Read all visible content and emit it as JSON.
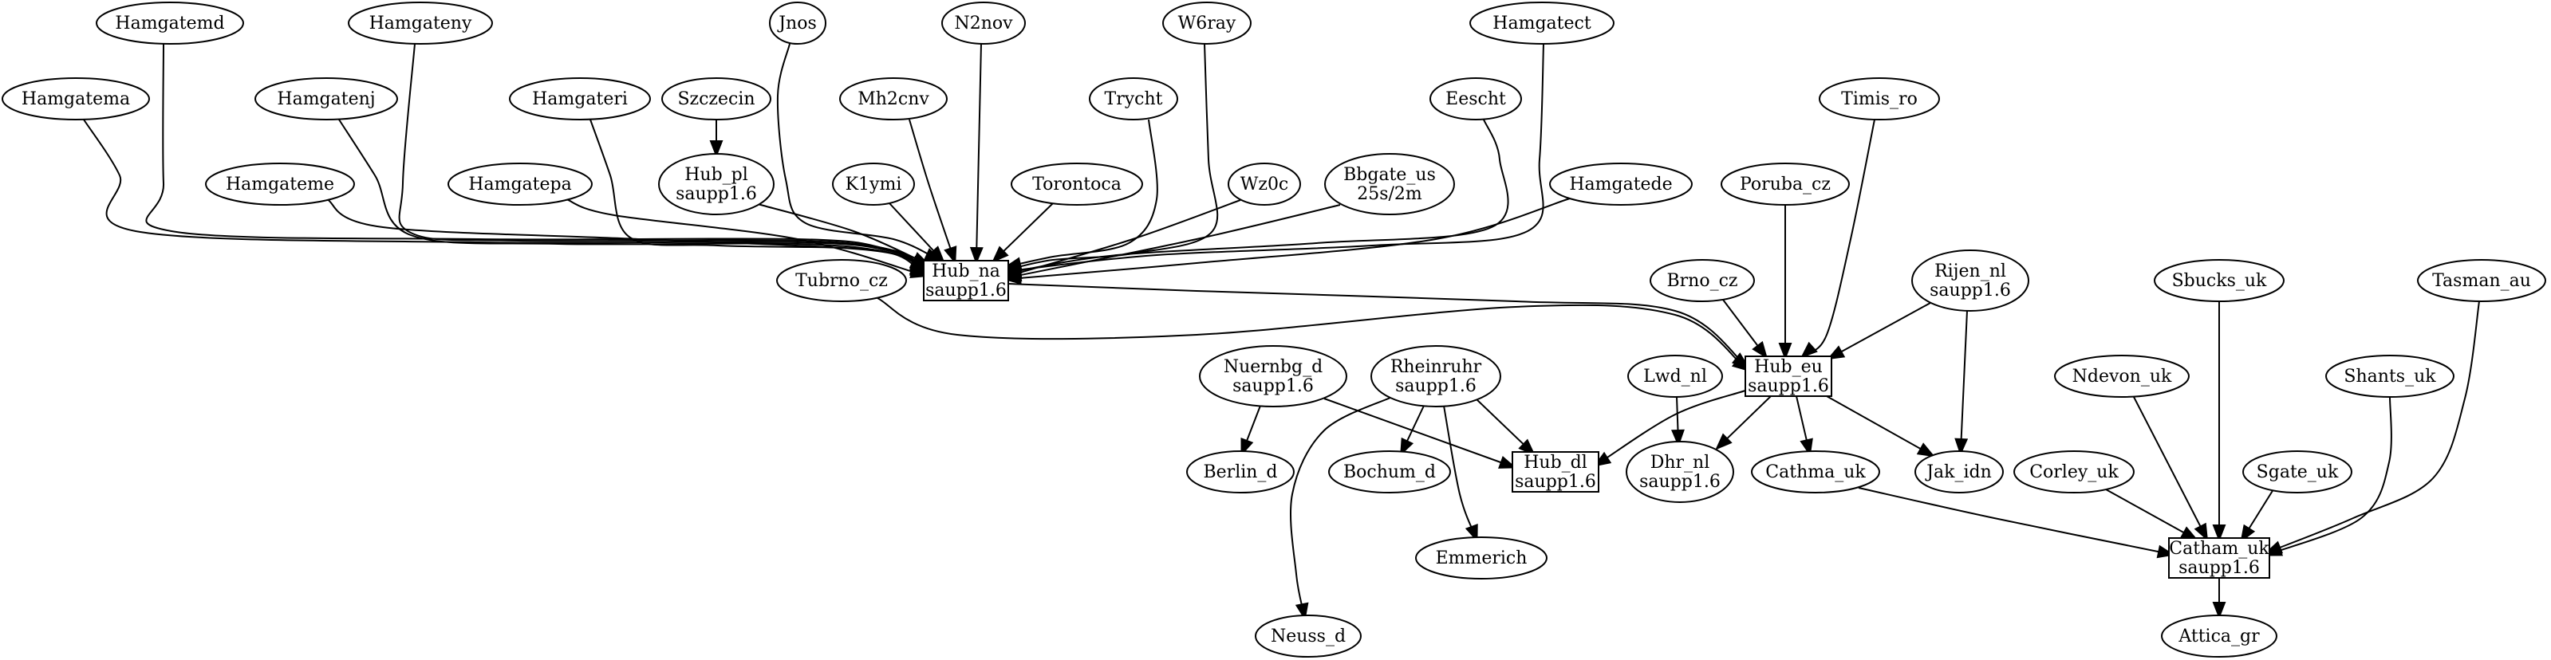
{
  "nodes": [
    {
      "id": "Hamgatemd",
      "label": [
        "Hamgatemd"
      ],
      "shape": "ellipse"
    },
    {
      "id": "Hamgateny",
      "label": [
        "Hamgateny"
      ],
      "shape": "ellipse"
    },
    {
      "id": "Jnos",
      "label": [
        "Jnos"
      ],
      "shape": "ellipse"
    },
    {
      "id": "N2nov",
      "label": [
        "N2nov"
      ],
      "shape": "ellipse"
    },
    {
      "id": "W6ray",
      "label": [
        "W6ray"
      ],
      "shape": "ellipse"
    },
    {
      "id": "Hamgatect",
      "label": [
        "Hamgatect"
      ],
      "shape": "ellipse"
    },
    {
      "id": "Hamgatema",
      "label": [
        "Hamgatema"
      ],
      "shape": "ellipse"
    },
    {
      "id": "Hamgatenj",
      "label": [
        "Hamgatenj"
      ],
      "shape": "ellipse"
    },
    {
      "id": "Hamgateri",
      "label": [
        "Hamgateri"
      ],
      "shape": "ellipse"
    },
    {
      "id": "Szczecin",
      "label": [
        "Szczecin"
      ],
      "shape": "ellipse"
    },
    {
      "id": "Mh2cnv",
      "label": [
        "Mh2cnv"
      ],
      "shape": "ellipse"
    },
    {
      "id": "Trycht",
      "label": [
        "Trycht"
      ],
      "shape": "ellipse"
    },
    {
      "id": "Eescht",
      "label": [
        "Eescht"
      ],
      "shape": "ellipse"
    },
    {
      "id": "Timis_ro",
      "label": [
        "Timis_ro"
      ],
      "shape": "ellipse"
    },
    {
      "id": "Hamgateme",
      "label": [
        "Hamgateme"
      ],
      "shape": "ellipse"
    },
    {
      "id": "Hamgatepa",
      "label": [
        "Hamgatepa"
      ],
      "shape": "ellipse"
    },
    {
      "id": "Hub_pl",
      "label": [
        "Hub_pl",
        "saupp1.6"
      ],
      "shape": "ellipse"
    },
    {
      "id": "K1ymi",
      "label": [
        "K1ymi"
      ],
      "shape": "ellipse"
    },
    {
      "id": "Torontoca",
      "label": [
        "Torontoca"
      ],
      "shape": "ellipse"
    },
    {
      "id": "Wz0c",
      "label": [
        "Wz0c"
      ],
      "shape": "ellipse"
    },
    {
      "id": "Bbgate_us",
      "label": [
        "Bbgate_us",
        "25s/2m"
      ],
      "shape": "ellipse"
    },
    {
      "id": "Hamgatede",
      "label": [
        "Hamgatede"
      ],
      "shape": "ellipse"
    },
    {
      "id": "Poruba_cz",
      "label": [
        "Poruba_cz"
      ],
      "shape": "ellipse"
    },
    {
      "id": "Hub_na",
      "label": [
        "Hub_na",
        "saupp1.6"
      ],
      "shape": "box"
    },
    {
      "id": "Tubrno_cz",
      "label": [
        "Tubrno_cz"
      ],
      "shape": "ellipse"
    },
    {
      "id": "Brno_cz",
      "label": [
        "Brno_cz"
      ],
      "shape": "ellipse"
    },
    {
      "id": "Rijen_nl",
      "label": [
        "Rijen_nl",
        "saupp1.6"
      ],
      "shape": "ellipse"
    },
    {
      "id": "Sbucks_uk",
      "label": [
        "Sbucks_uk"
      ],
      "shape": "ellipse"
    },
    {
      "id": "Tasman_au",
      "label": [
        "Tasman_au"
      ],
      "shape": "ellipse"
    },
    {
      "id": "Nuernbg_d",
      "label": [
        "Nuernbg_d",
        "saupp1.6"
      ],
      "shape": "ellipse"
    },
    {
      "id": "Rheinruhr",
      "label": [
        "Rheinruhr",
        "saupp1.6"
      ],
      "shape": "ellipse"
    },
    {
      "id": "Lwd_nl",
      "label": [
        "Lwd_nl"
      ],
      "shape": "ellipse"
    },
    {
      "id": "Hub_eu",
      "label": [
        "Hub_eu",
        "saupp1.6"
      ],
      "shape": "box"
    },
    {
      "id": "Ndevon_uk",
      "label": [
        "Ndevon_uk"
      ],
      "shape": "ellipse"
    },
    {
      "id": "Shants_uk",
      "label": [
        "Shants_uk"
      ],
      "shape": "ellipse"
    },
    {
      "id": "Berlin_d",
      "label": [
        "Berlin_d"
      ],
      "shape": "ellipse"
    },
    {
      "id": "Bochum_d",
      "label": [
        "Bochum_d"
      ],
      "shape": "ellipse"
    },
    {
      "id": "Hub_dl",
      "label": [
        "Hub_dl",
        "saupp1.6"
      ],
      "shape": "box"
    },
    {
      "id": "Dhr_nl",
      "label": [
        "Dhr_nl",
        "saupp1.6"
      ],
      "shape": "ellipse"
    },
    {
      "id": "Cathma_uk",
      "label": [
        "Cathma_uk"
      ],
      "shape": "ellipse"
    },
    {
      "id": "Jak_idn",
      "label": [
        "Jak_idn"
      ],
      "shape": "ellipse"
    },
    {
      "id": "Corley_uk",
      "label": [
        "Corley_uk"
      ],
      "shape": "ellipse"
    },
    {
      "id": "Sgate_uk",
      "label": [
        "Sgate_uk"
      ],
      "shape": "ellipse"
    },
    {
      "id": "Emmerich",
      "label": [
        "Emmerich"
      ],
      "shape": "ellipse"
    },
    {
      "id": "Catham_uk",
      "label": [
        "Catham_uk",
        "saupp1.6"
      ],
      "shape": "box"
    },
    {
      "id": "Neuss_d",
      "label": [
        "Neuss_d"
      ],
      "shape": "ellipse"
    },
    {
      "id": "Attica_gr",
      "label": [
        "Attica_gr"
      ],
      "shape": "ellipse"
    }
  ],
  "edges": [
    {
      "from": "Hamgatemd",
      "to": "Hub_na"
    },
    {
      "from": "Hamgateny",
      "to": "Hub_na"
    },
    {
      "from": "Jnos",
      "to": "Hub_na"
    },
    {
      "from": "N2nov",
      "to": "Hub_na"
    },
    {
      "from": "W6ray",
      "to": "Hub_na"
    },
    {
      "from": "Hamgatect",
      "to": "Hub_na"
    },
    {
      "from": "Hamgatema",
      "to": "Hub_na"
    },
    {
      "from": "Hamgatenj",
      "to": "Hub_na"
    },
    {
      "from": "Hamgateri",
      "to": "Hub_na"
    },
    {
      "from": "Szczecin",
      "to": "Hub_pl"
    },
    {
      "from": "Mh2cnv",
      "to": "Hub_na"
    },
    {
      "from": "Trycht",
      "to": "Hub_na"
    },
    {
      "from": "Eescht",
      "to": "Hub_na"
    },
    {
      "from": "Timis_ro",
      "to": "Hub_eu"
    },
    {
      "from": "Hamgateme",
      "to": "Hub_na"
    },
    {
      "from": "Hamgatepa",
      "to": "Hub_na"
    },
    {
      "from": "Hub_pl",
      "to": "Hub_na"
    },
    {
      "from": "K1ymi",
      "to": "Hub_na"
    },
    {
      "from": "Torontoca",
      "to": "Hub_na"
    },
    {
      "from": "Wz0c",
      "to": "Hub_na"
    },
    {
      "from": "Bbgate_us",
      "to": "Hub_na"
    },
    {
      "from": "Hamgatede",
      "to": "Hub_na"
    },
    {
      "from": "Poruba_cz",
      "to": "Hub_eu"
    },
    {
      "from": "Hub_na",
      "to": "Hub_eu"
    },
    {
      "from": "Tubrno_cz",
      "to": "Hub_eu"
    },
    {
      "from": "Brno_cz",
      "to": "Hub_eu"
    },
    {
      "from": "Rijen_nl",
      "to": "Hub_eu"
    },
    {
      "from": "Rijen_nl",
      "to": "Jak_idn"
    },
    {
      "from": "Sbucks_uk",
      "to": "Catham_uk"
    },
    {
      "from": "Tasman_au",
      "to": "Catham_uk"
    },
    {
      "from": "Nuernbg_d",
      "to": "Berlin_d"
    },
    {
      "from": "Nuernbg_d",
      "to": "Hub_dl"
    },
    {
      "from": "Rheinruhr",
      "to": "Bochum_d"
    },
    {
      "from": "Rheinruhr",
      "to": "Hub_dl"
    },
    {
      "from": "Rheinruhr",
      "to": "Emmerich"
    },
    {
      "from": "Rheinruhr",
      "to": "Neuss_d"
    },
    {
      "from": "Lwd_nl",
      "to": "Dhr_nl"
    },
    {
      "from": "Hub_eu",
      "to": "Hub_dl"
    },
    {
      "from": "Hub_eu",
      "to": "Dhr_nl"
    },
    {
      "from": "Hub_eu",
      "to": "Cathma_uk"
    },
    {
      "from": "Hub_eu",
      "to": "Jak_idn"
    },
    {
      "from": "Ndevon_uk",
      "to": "Catham_uk"
    },
    {
      "from": "Shants_uk",
      "to": "Catham_uk"
    },
    {
      "from": "Cathma_uk",
      "to": "Catham_uk"
    },
    {
      "from": "Corley_uk",
      "to": "Catham_uk"
    },
    {
      "from": "Sgate_uk",
      "to": "Catham_uk"
    },
    {
      "from": "Catham_uk",
      "to": "Attica_gr"
    }
  ]
}
